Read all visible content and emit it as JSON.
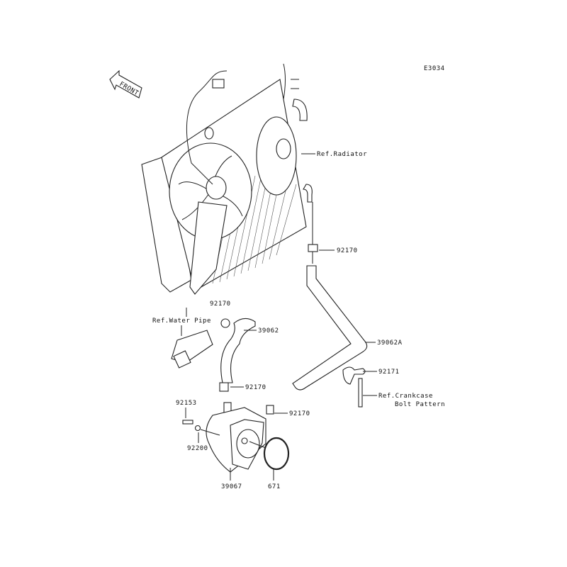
{
  "diagram": {
    "code": "E3034",
    "front_marker": "FRONT",
    "labels": {
      "ref_radiator": "Ref.Radiator",
      "clamp_upper": "92170",
      "clamp_water": "92170",
      "ref_water_pipe": "Ref.Water Pipe",
      "hose_39062": "39062",
      "hose_39062a": "39062A",
      "clamp_92171": "92171",
      "ref_crankcase_1": "Ref.Crankcase",
      "ref_crankcase_2": "Bolt Pattern",
      "clamp_cooler_top": "92170",
      "clamp_cooler_side": "92170",
      "bolt_92153": "92153",
      "washer_92200": "92200",
      "oil_cooler_39067": "39067",
      "oring_671": "671"
    }
  }
}
